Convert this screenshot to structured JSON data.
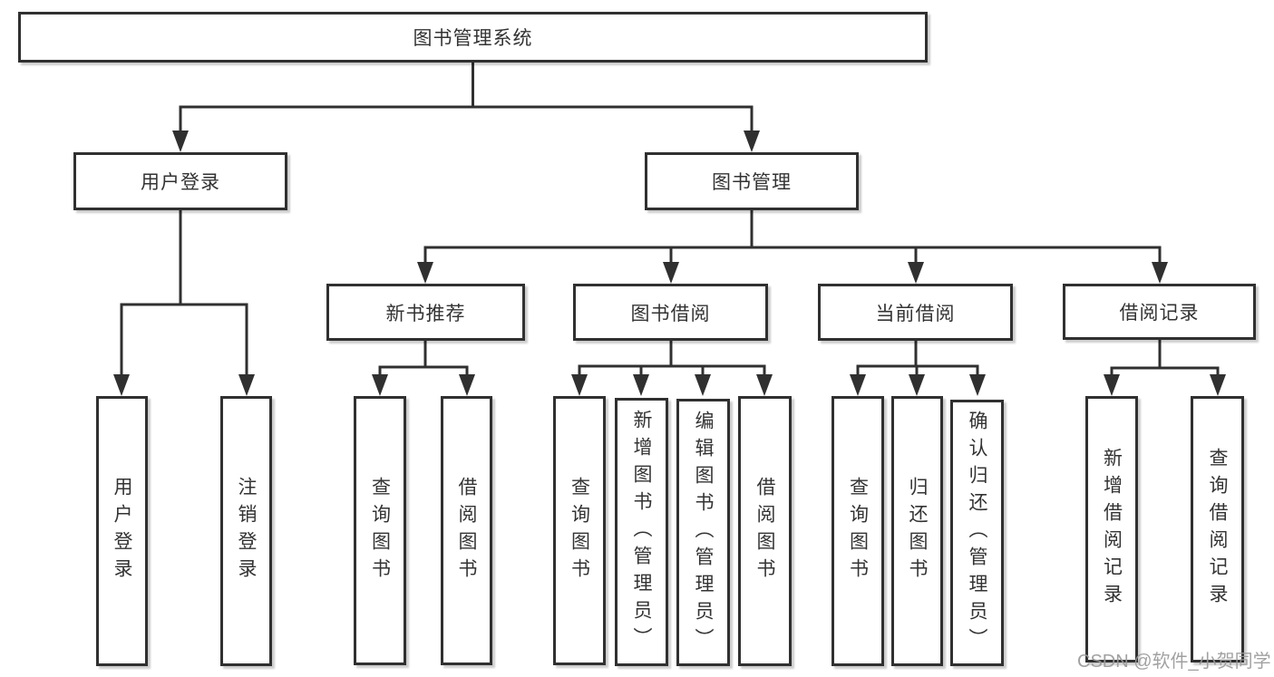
{
  "diagram": {
    "type": "hierarchy-tree",
    "title": "图书管理系统",
    "orientation": "top-down"
  },
  "colors": {
    "line": "#303030",
    "border": "#303030",
    "text": "#333333",
    "watermark_text": "#9a9a9a",
    "background": "#ffffff"
  },
  "tree": {
    "root": {
      "label": "图书管理系统"
    },
    "branches": [
      {
        "label": "用户登录",
        "children": [
          {
            "label": "用户登录"
          },
          {
            "label": "注销登录"
          }
        ]
      },
      {
        "label": "图书管理",
        "children": [
          {
            "label": "新书推荐",
            "children": [
              {
                "label": "查询图书"
              },
              {
                "label": "借阅图书"
              }
            ]
          },
          {
            "label": "图书借阅",
            "children": [
              {
                "label": "查询图书"
              },
              {
                "label": "新增图书（管理员）"
              },
              {
                "label": "编辑图书（管理员）"
              },
              {
                "label": "借阅图书"
              }
            ]
          },
          {
            "label": "当前借阅",
            "children": [
              {
                "label": "查询图书"
              },
              {
                "label": "归还图书"
              },
              {
                "label": "确认归还（管理员）"
              }
            ]
          },
          {
            "label": "借阅记录",
            "children": [
              {
                "label": "新增借阅记录"
              },
              {
                "label": "查询借阅记录"
              }
            ]
          }
        ]
      }
    ]
  },
  "watermark": "CSDN @软件_小贺同学"
}
